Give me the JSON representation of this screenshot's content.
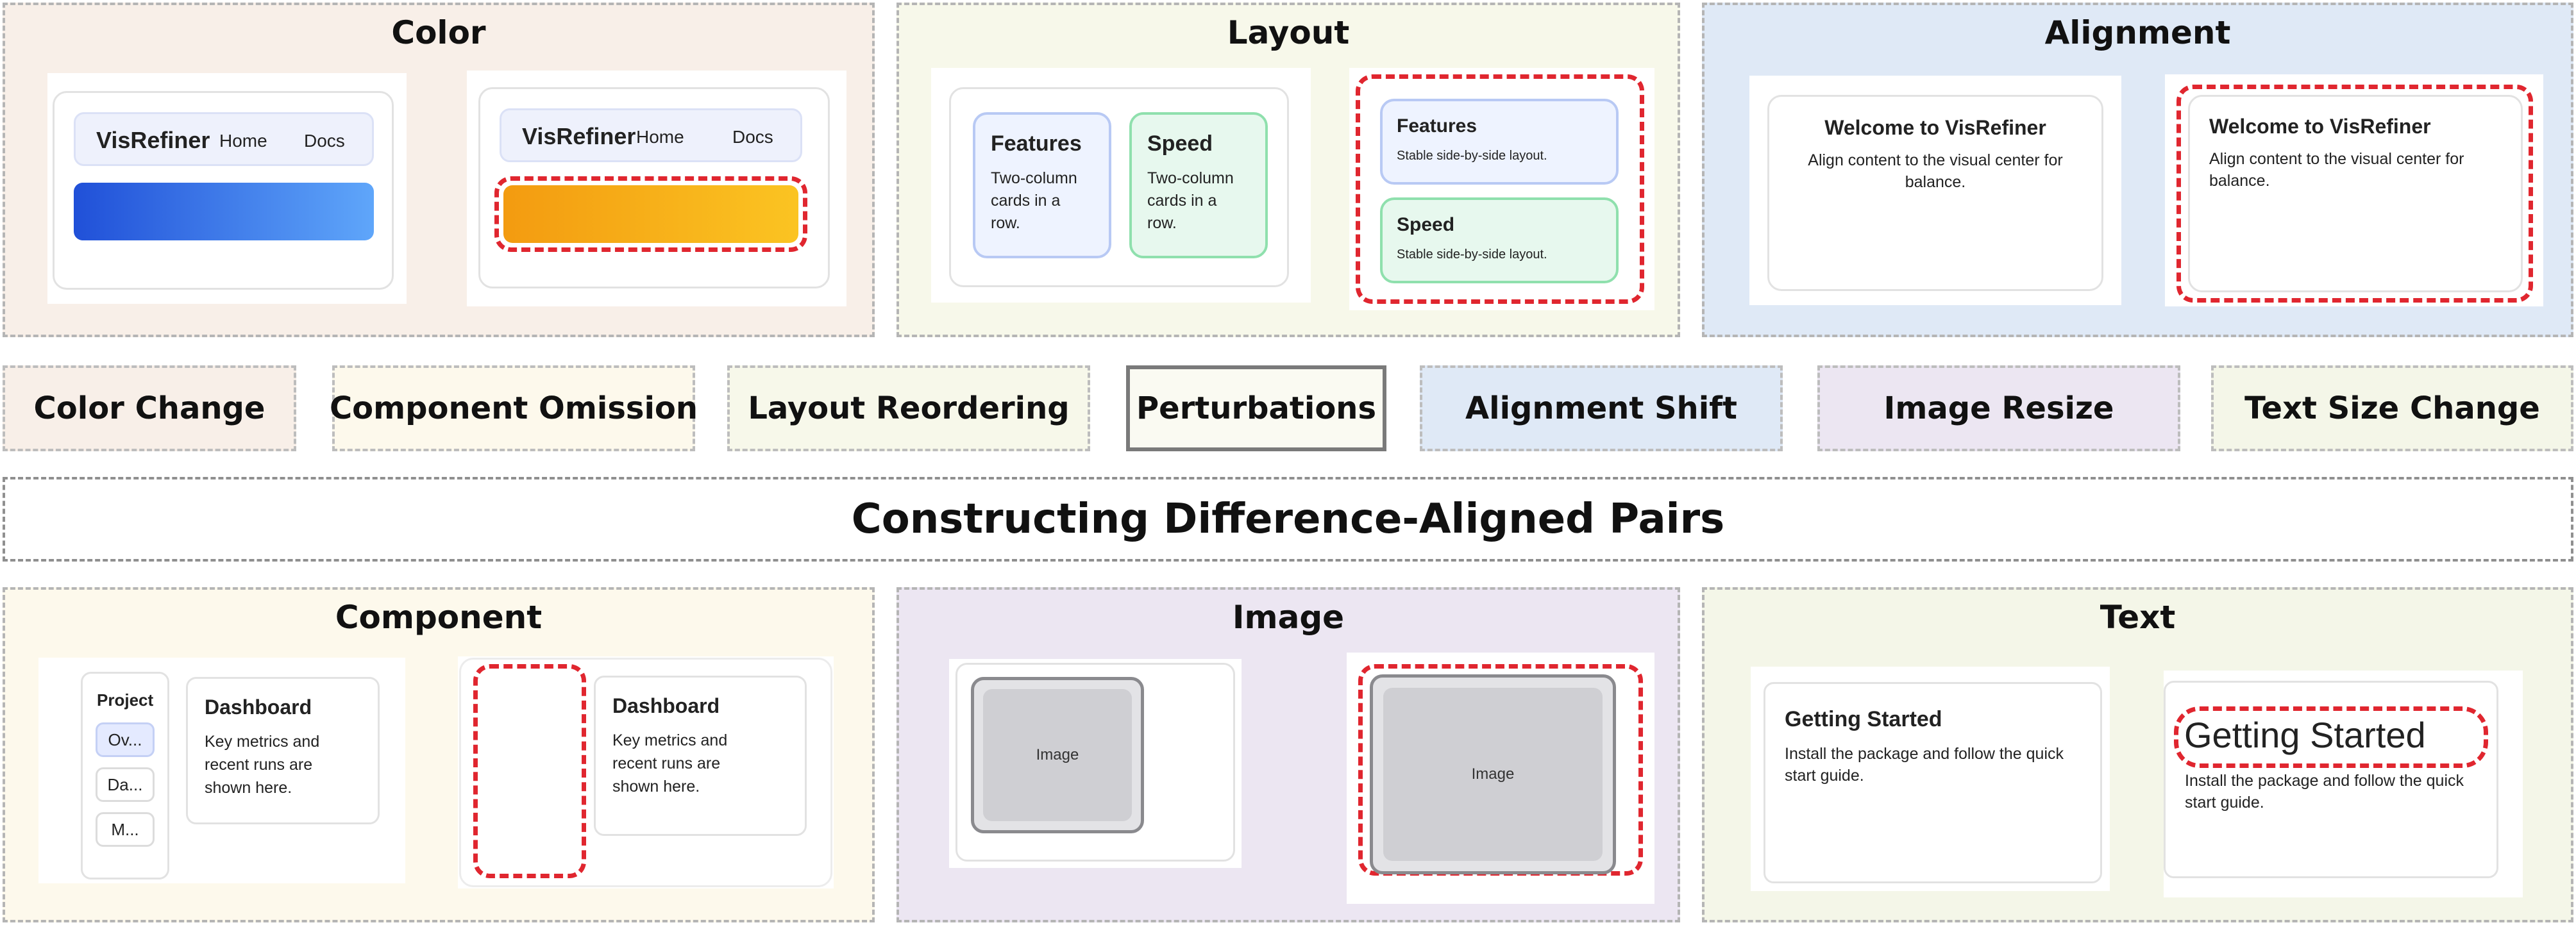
{
  "colors": {
    "panel_color_bg": "#f8efe8",
    "panel_layout_bg": "#f7f8ea",
    "panel_alignment_bg": "#dfe9f6",
    "panel_component_bg": "#fdf9ec",
    "panel_image_bg": "#ece6f2",
    "panel_text_bg": "#f4f6e8",
    "highlight": "#e0262f"
  },
  "panels": {
    "color": {
      "title": "Color",
      "original": {
        "brand": "VisRefiner",
        "nav_home": "Home",
        "nav_docs": "Docs"
      },
      "perturbed": {
        "brand": "VisRefiner",
        "nav_home": "Home",
        "nav_docs": "Docs"
      }
    },
    "layout": {
      "title": "Layout",
      "original": {
        "card1_title": "Features",
        "card1_body": "Two-column cards in a row.",
        "card2_title": "Speed",
        "card2_body": "Two-column cards in a row."
      },
      "perturbed": {
        "card1_title": "Features",
        "card1_body": "Stable side-by-side layout.",
        "card2_title": "Speed",
        "card2_body": "Stable side-by-side layout."
      }
    },
    "alignment": {
      "title": "Alignment",
      "original": {
        "heading": "Welcome to VisRefiner",
        "body": "Align content to the visual center for balance."
      },
      "perturbed": {
        "heading": "Welcome to VisRefiner",
        "body": "Align content to the visual center for balance."
      }
    },
    "component": {
      "title": "Component",
      "original": {
        "sidebar_title": "Project",
        "sidebar_items": [
          "Ov...",
          "Da...",
          "M..."
        ],
        "card_title": "Dashboard",
        "card_body": "Key metrics and recent runs are shown here."
      },
      "perturbed": {
        "card_title": "Dashboard",
        "card_body": "Key metrics and recent runs are shown here."
      }
    },
    "image": {
      "title": "Image",
      "original": {
        "label": "Image"
      },
      "perturbed": {
        "label": "Image"
      }
    },
    "text": {
      "title": "Text",
      "original": {
        "heading": "Getting Started",
        "body": "Install the package and follow the quick start guide."
      },
      "perturbed": {
        "heading": "Getting Started",
        "body": "Install the package and follow the quick start guide."
      }
    }
  },
  "categories": [
    "Color Change",
    "Component Omission",
    "Layout Reordering",
    "Perturbations",
    "Alignment Shift",
    "Image Resize",
    "Text Size Change"
  ],
  "banner": "Constructing Difference-Aligned Pairs"
}
